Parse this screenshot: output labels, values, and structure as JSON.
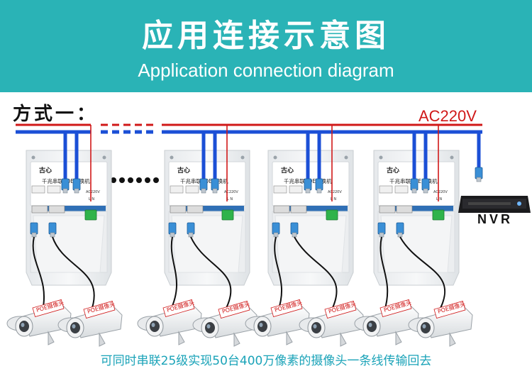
{
  "header": {
    "title": "应用连接示意图",
    "subtitle": "Application connection diagram"
  },
  "method_label": "方式一：",
  "power_label": "AC220V",
  "nvr_label": "NVR",
  "switch_box": {
    "logo": "古心",
    "title": "千兆串联POE交换机",
    "ac_label": "AC220V",
    "ln_label": "L N"
  },
  "camera_label": "POE摄像头",
  "footer": "可同时串联25级实现50台400万像素的摄像头一条线传输回去",
  "colors": {
    "banner": "#2ab3b6",
    "network_line": "#1b4fd6",
    "power_line": "#d01818",
    "footer_text": "#1aa3b8"
  }
}
